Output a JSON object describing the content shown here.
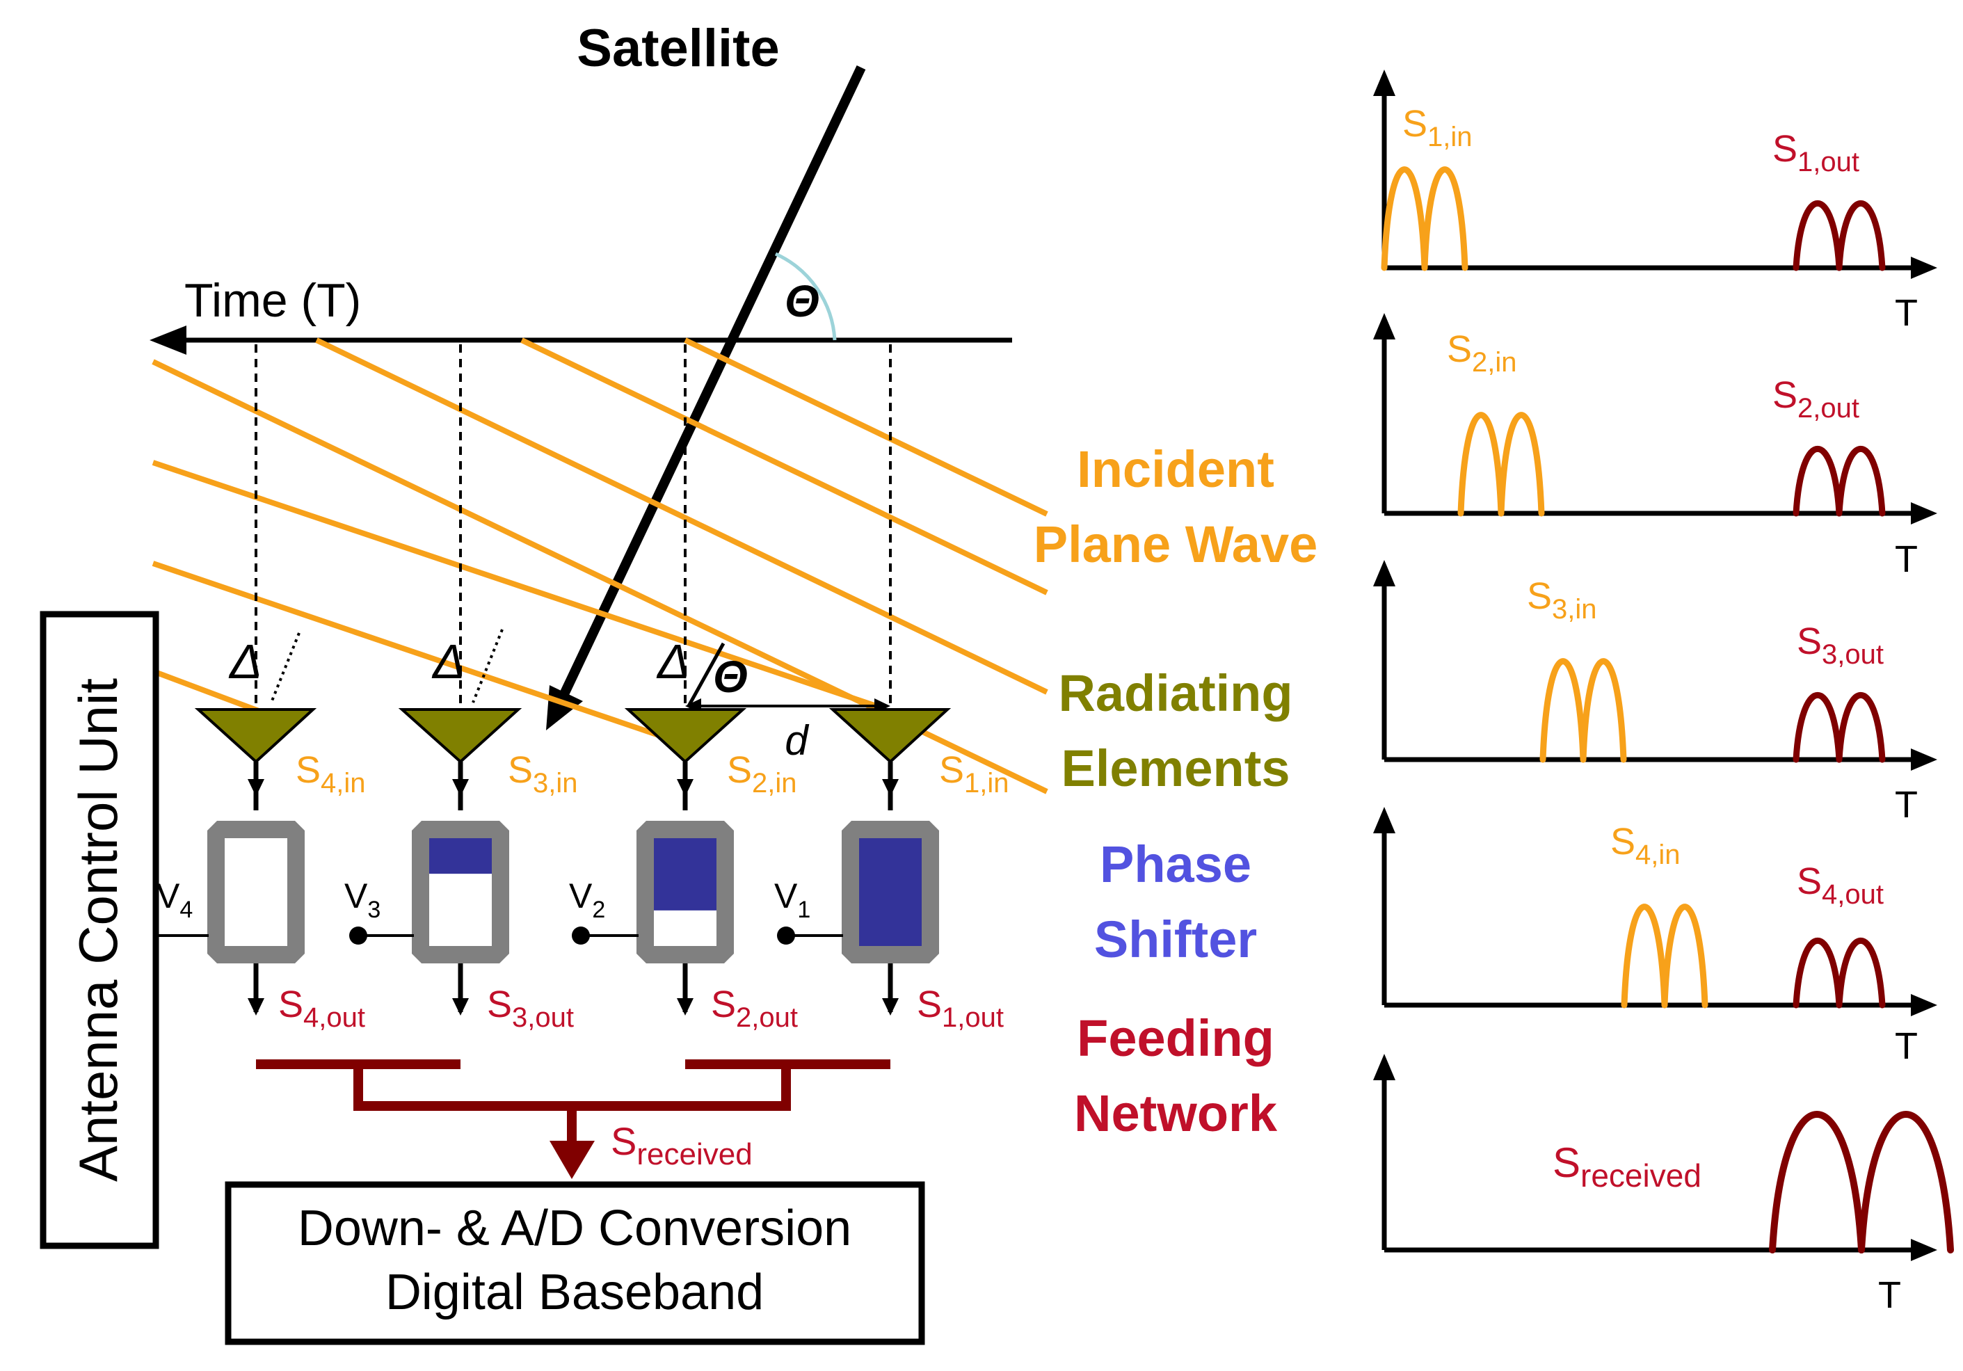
{
  "title": "Satellite",
  "time_axis": "Time (T)",
  "theta": "Θ",
  "delta": "Δ",
  "spacing": "d",
  "legend": {
    "incident_1": "Incident",
    "incident_2": "Plane Wave",
    "radiating_1": "Radiating",
    "radiating_2": "Elements",
    "phase_1": "Phase",
    "phase_2": "Shifter",
    "feeding_1": "Feeding",
    "feeding_2": "Network"
  },
  "control_unit": "Antenna Control Unit",
  "converter_1": "Down- & A/D Conversion",
  "converter_2": "Digital Baseband",
  "elements": [
    {
      "in_base": "S",
      "in_sub": "4,in",
      "out_base": "S",
      "out_sub": "4,out",
      "v_base": "V",
      "v_sub": "4",
      "fill": 0.0
    },
    {
      "in_base": "S",
      "in_sub": "3,in",
      "out_base": "S",
      "out_sub": "3,out",
      "v_base": "V",
      "v_sub": "3",
      "fill": 0.33
    },
    {
      "in_base": "S",
      "in_sub": "2,in",
      "out_base": "S",
      "out_sub": "2,out",
      "v_base": "V",
      "v_sub": "2",
      "fill": 0.67
    },
    {
      "in_base": "S",
      "in_sub": "1,in",
      "out_base": "S",
      "out_sub": "1,out",
      "v_base": "V",
      "v_sub": "1",
      "fill": 1.0
    }
  ],
  "received": {
    "base": "S",
    "sub": "received"
  },
  "plots": [
    {
      "in_base": "S",
      "in_sub": "1,in",
      "out_base": "S",
      "out_sub": "1,out",
      "axis": "T"
    },
    {
      "in_base": "S",
      "in_sub": "2,in",
      "out_base": "S",
      "out_sub": "2,out",
      "axis": "T"
    },
    {
      "in_base": "S",
      "in_sub": "3,in",
      "out_base": "S",
      "out_sub": "3,out",
      "axis": "T"
    },
    {
      "in_base": "S",
      "in_sub": "4,in",
      "out_base": "S",
      "out_sub": "4,out",
      "axis": "T"
    },
    {
      "out_base": "S",
      "out_sub": "received",
      "axis": "T"
    }
  ],
  "colors": {
    "orange": "#F7A11A",
    "olive": "#808000",
    "blue": "#5252E0",
    "fill_blue": "#333399",
    "red": "#C0102A",
    "dark_red": "#800000",
    "gray": "#808080"
  }
}
